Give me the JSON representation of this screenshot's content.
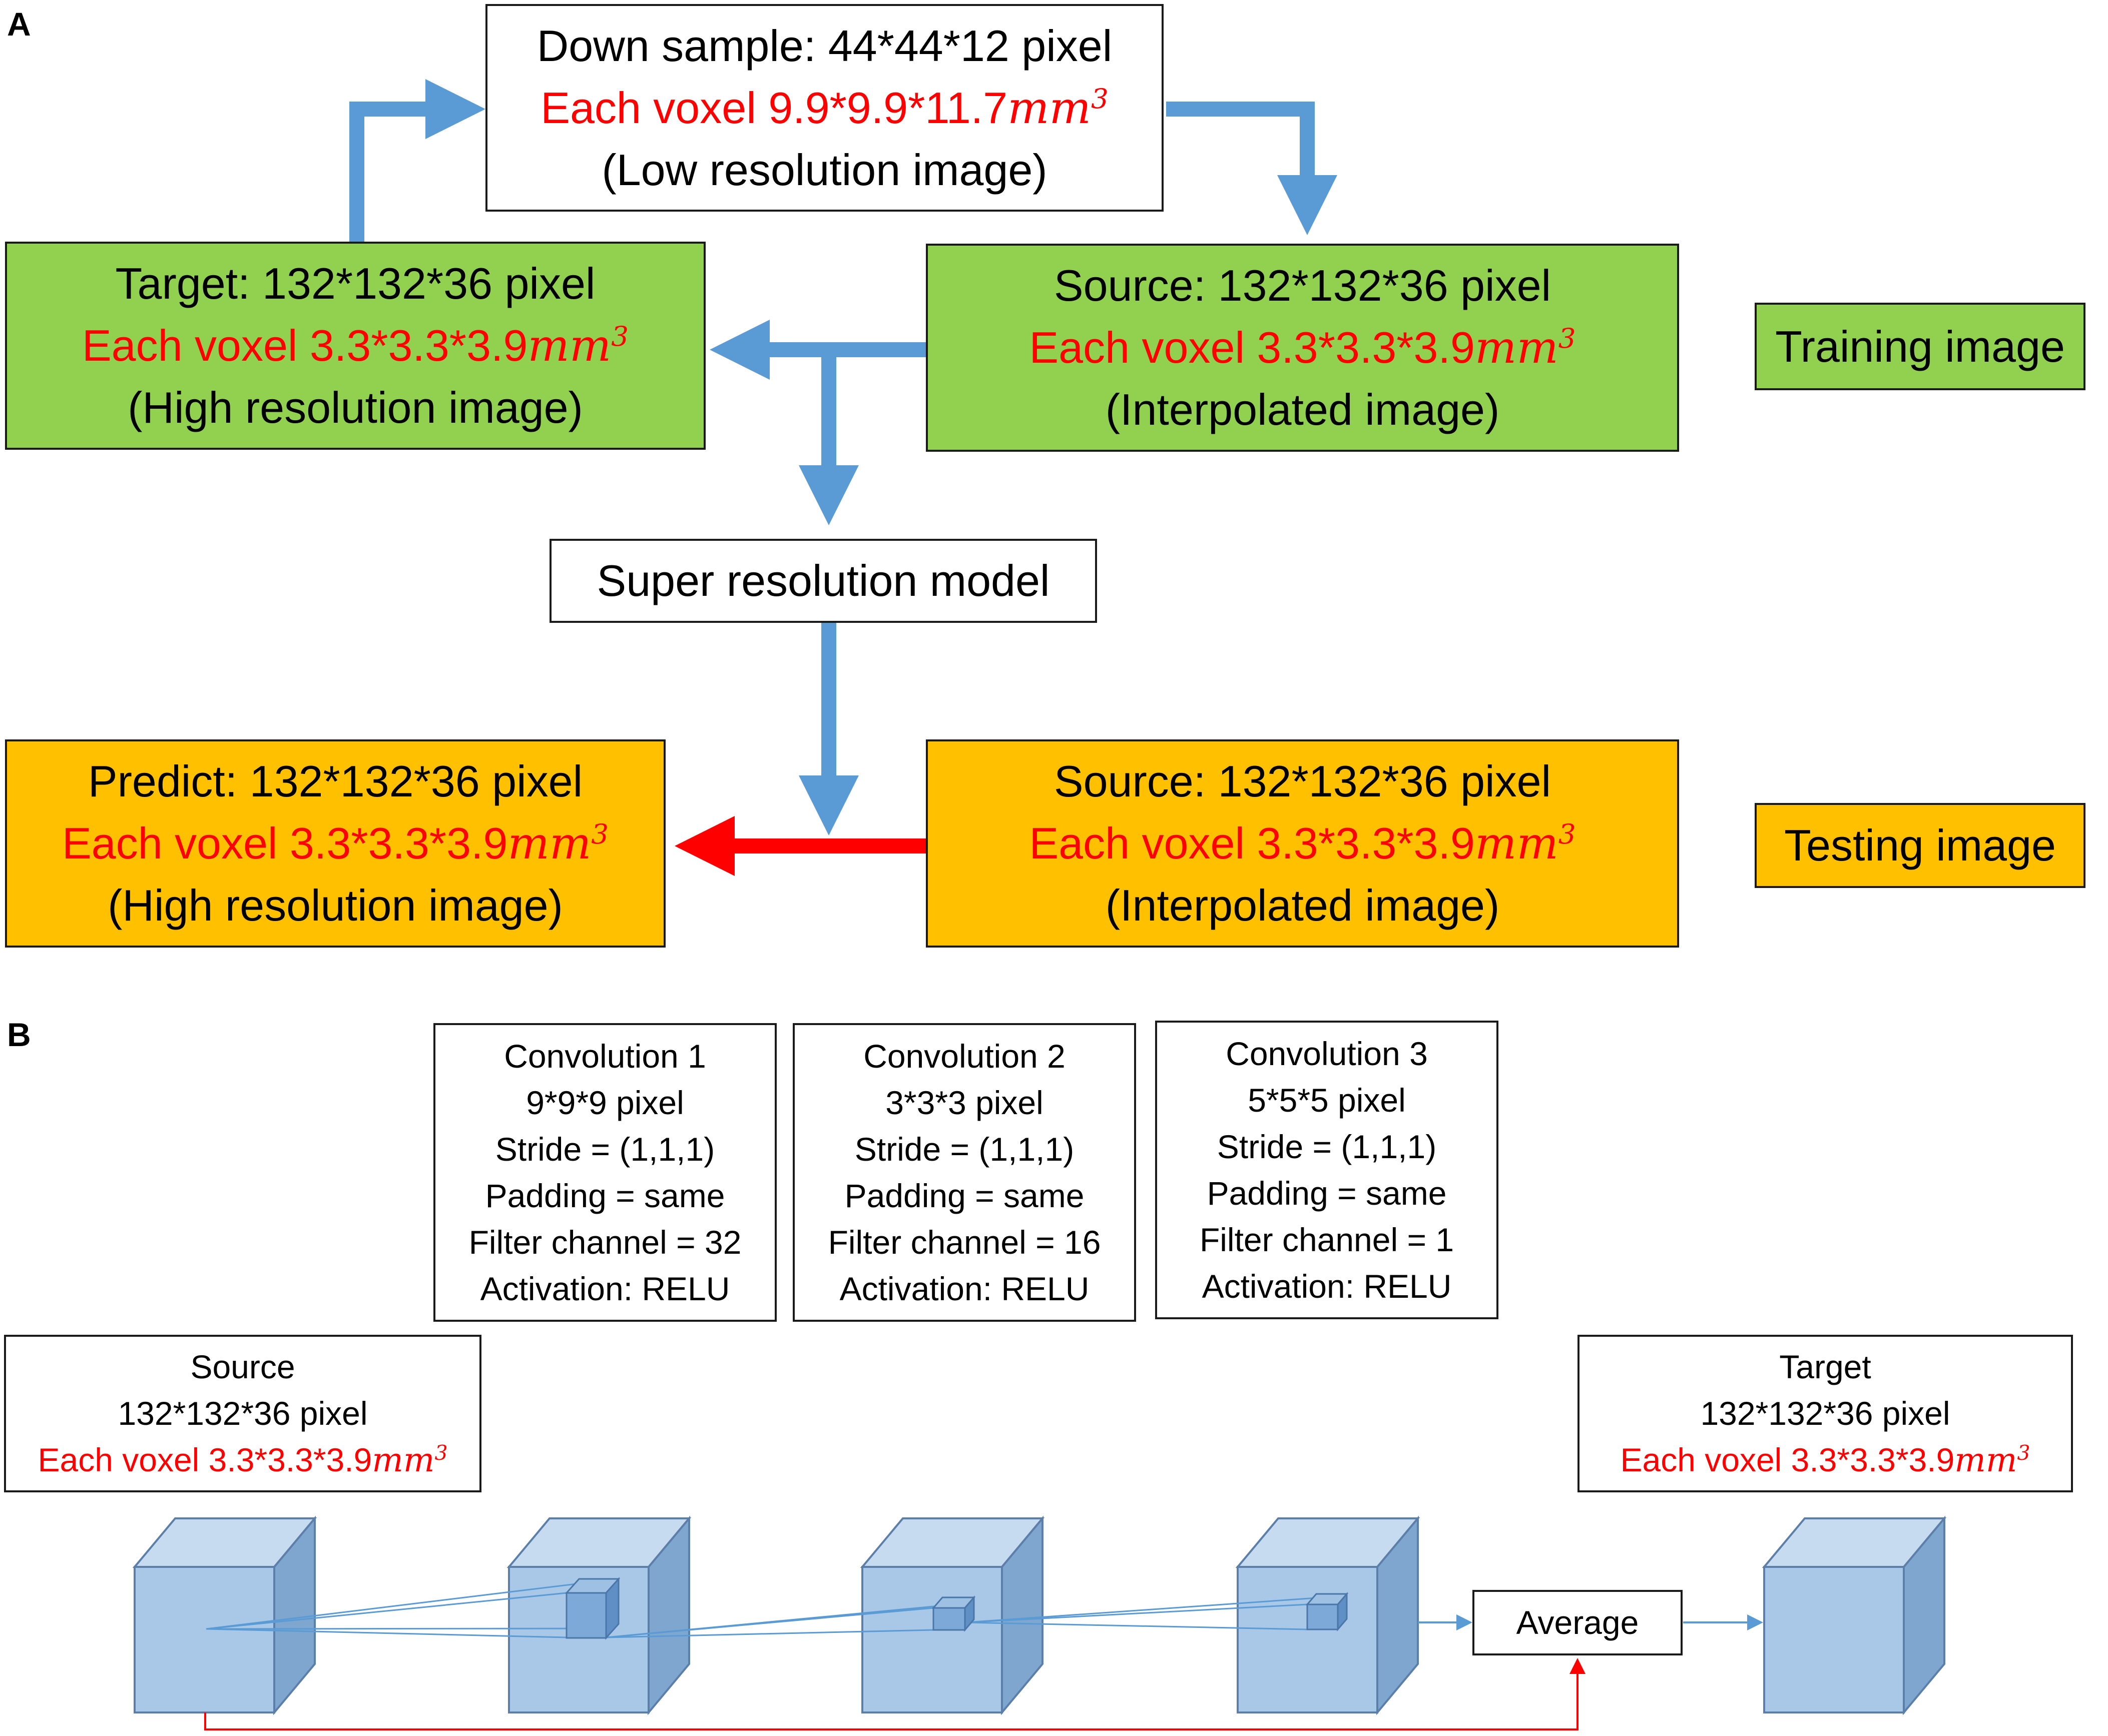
{
  "panels": {
    "a": "A",
    "b": "B"
  },
  "panel_a": {
    "downsample": {
      "line1": "Down sample: 44*44*12 pixel",
      "line2_prefix": "Each voxel 9.9*9.9*11.7",
      "unit": "mm",
      "exp": "3",
      "line3": "(Low resolution image)"
    },
    "target_train": {
      "line1": "Target: 132*132*36 pixel",
      "line2_prefix": "Each voxel 3.3*3.3*3.9",
      "unit": "mm",
      "exp": "3",
      "line3": "(High resolution image)"
    },
    "source_train": {
      "line1": "Source: 132*132*36 pixel",
      "line2_prefix": "Each voxel 3.3*3.3*3.9",
      "unit": "mm",
      "exp": "3",
      "line3": "(Interpolated image)"
    },
    "training_label": "Training image",
    "model": "Super resolution model",
    "predict": {
      "line1": "Predict: 132*132*36 pixel",
      "line2_prefix": "Each voxel 3.3*3.3*3.9",
      "unit": "mm",
      "exp": "3",
      "line3": "(High resolution image)"
    },
    "source_test": {
      "line1": "Source: 132*132*36 pixel",
      "line2_prefix": "Each voxel 3.3*3.3*3.9",
      "unit": "mm",
      "exp": "3",
      "line3": "(Interpolated image)"
    },
    "testing_label": "Testing image"
  },
  "panel_b": {
    "conv1": [
      "Convolution 1",
      "9*9*9 pixel",
      "Stride = (1,1,1)",
      "Padding = same",
      "Filter channel = 32",
      "Activation: RELU"
    ],
    "conv2": [
      "Convolution 2",
      "3*3*3 pixel",
      "Stride = (1,1,1)",
      "Padding = same",
      "Filter channel = 16",
      "Activation: RELU"
    ],
    "conv3": [
      "Convolution 3",
      "5*5*5 pixel",
      "Stride = (1,1,1)",
      "Padding = same",
      "Filter channel = 1",
      "Activation: RELU"
    ],
    "source": {
      "line1": "Source",
      "line2": "132*132*36 pixel",
      "line3_prefix": "Each voxel 3.3*3.3*3.9",
      "unit": "mm",
      "exp": "3"
    },
    "target": {
      "line1": "Target",
      "line2": "132*132*36 pixel",
      "line3_prefix": "Each voxel 3.3*3.3*3.9",
      "unit": "mm",
      "exp": "3"
    },
    "average": "Average"
  },
  "colors": {
    "arrow_blue": "#5b9bd5",
    "arrow_red": "#ff0000",
    "cube_front": "#a9c8e8",
    "cube_side": "#7ea6cf",
    "cube_top": "#c6dbf0",
    "cube_edge": "#5b7fa8",
    "training_green": "#92d050",
    "testing_orange": "#ffc000"
  }
}
